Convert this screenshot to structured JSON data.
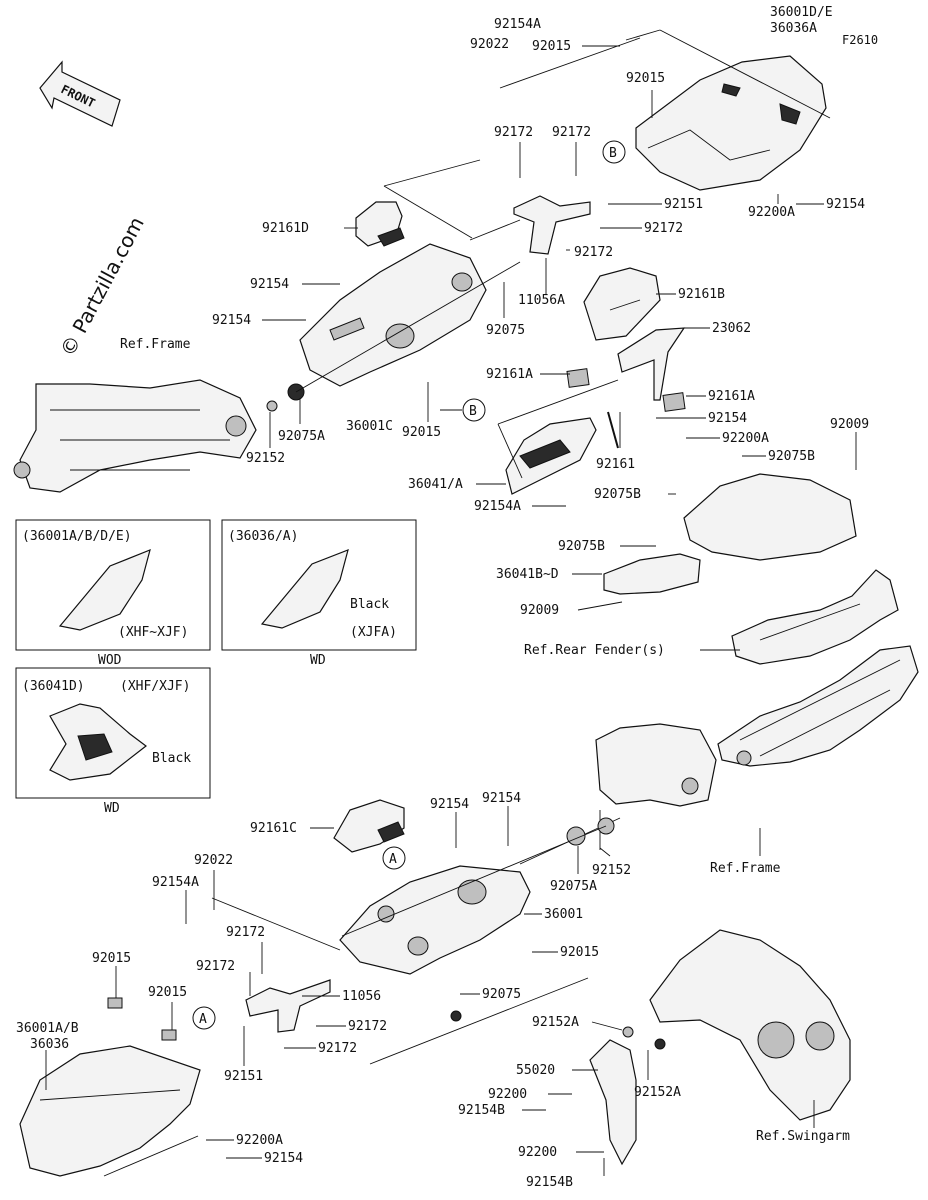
{
  "diagram": {
    "code": "F2610",
    "watermark": "© Partzilla.com",
    "front_label": "FRONT",
    "callouts": {
      "a": "A",
      "b": "B"
    },
    "parts": {
      "p36001DE": "36001D/E",
      "p36036A": "36036A",
      "p92154A_top": "92154A",
      "p92022_top": "92022",
      "p92015_top1": "92015",
      "p92015_top2": "92015",
      "p92172_t1": "92172",
      "p92172_t2": "92172",
      "p92151_top": "92151",
      "p92172_t3": "92172",
      "p92172_t4": "92172",
      "p92154_topright": "92154",
      "p92200A_top": "92200A",
      "p92161D": "92161D",
      "p92154_l1": "92154",
      "p92154_l2": "92154",
      "p11056A": "11056A",
      "p92075_top": "92075",
      "ref_frame_top": "Ref.Frame",
      "p92075A_top": "92075A",
      "p36001C": "36001C",
      "p92015_mid": "92015",
      "p92152_top": "92152",
      "p92161B": "92161B",
      "p23062": "23062",
      "p92161A_1": "92161A",
      "p92161A_2": "92161A",
      "p92154_mid": "92154",
      "p92200A_mid": "92200A",
      "p92009_r": "92009",
      "p92075B_1": "92075B",
      "p92161": "92161",
      "p36041A": "36041/A",
      "p92075B_2": "92075B",
      "p92154A_mid": "92154A",
      "p92075B_3": "92075B",
      "p36041BD": "36041B~D",
      "p92009_l": "92009",
      "ref_rear_fender": "Ref.Rear Fender(s)",
      "p92161C": "92161C",
      "p92154_b1": "92154",
      "p92154_b2": "92154",
      "p92022_bot": "92022",
      "p92154A_bot": "92154A",
      "p92152_bot": "92152",
      "p92075A_bot": "92075A",
      "p36001": "36001",
      "ref_frame_bot": "Ref.Frame",
      "p92172_b1": "92172",
      "p92172_b2": "92172",
      "p92015_bot": "92015",
      "p11056": "11056",
      "p92075_bot": "92075",
      "p92015_b1": "92015",
      "p92015_b2": "92015",
      "p92172_b3": "92172",
      "p92172_b4": "92172",
      "p36001AB": "36001A/B",
      "p36036": "36036",
      "p92151_bot": "92151",
      "p92200A_bot": "92200A",
      "p92154_bot": "92154",
      "p92152A_1": "92152A",
      "p92152A_2": "92152A",
      "p55020": "55020",
      "p92200_1": "92200",
      "p92154B_1": "92154B",
      "p92200_2": "92200",
      "p92154B_2": "92154B",
      "ref_swingarm": "Ref.Swingarm"
    },
    "insets": {
      "inset1": {
        "title": "(36001A/B/D/E)",
        "note": "(XHF~XJF)",
        "caption": "WOD"
      },
      "inset2": {
        "title": "(36036/A)",
        "color": "Black",
        "note": "(XJFA)",
        "caption": "WD"
      },
      "inset3": {
        "title": "(36041D)",
        "note": "(XHF/XJF)",
        "color": "Black",
        "caption": "WD"
      }
    }
  }
}
